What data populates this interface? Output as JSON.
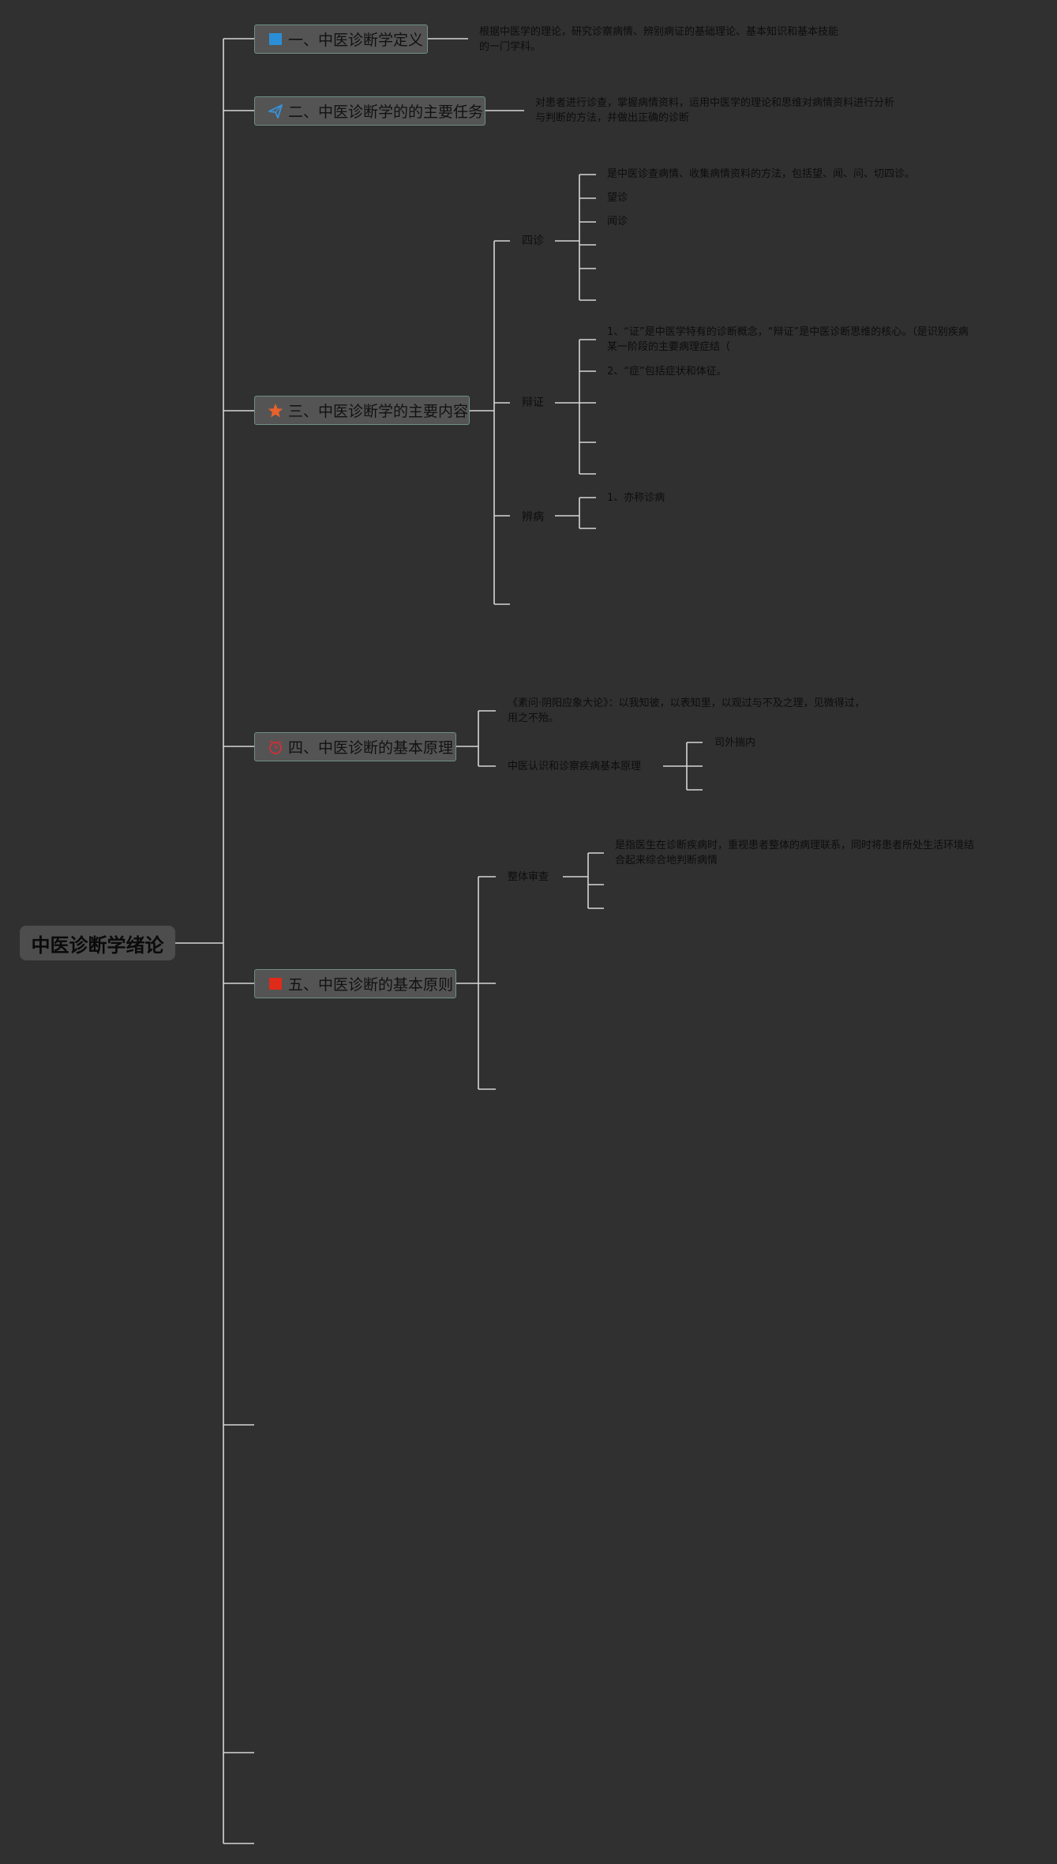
{
  "root": {
    "label": "中医诊断学绪论"
  },
  "branches": [
    {
      "label": "一、中医诊断学定义",
      "icon": "blue-flag-icon",
      "icon_color": "#2a8fd6"
    },
    {
      "label": "二、中医诊断学的的主要任务",
      "icon": "paper-plane-icon",
      "icon_color": "#3a8fd0"
    },
    {
      "label": "三、中医诊断学的主要内容",
      "icon": "star-icon",
      "icon_color": "#e8622a"
    },
    {
      "label": "四、中医诊断的基本原理",
      "icon": "red-alarm-clock-icon",
      "icon_color": "#c8323a"
    },
    {
      "label": "五、中医诊断的基本原则",
      "icon": "red-flag-icon",
      "icon_color": "#e02a1a"
    }
  ],
  "b1": {
    "text_line1": "根据中医学的理论，研究诊察病情、辨别病证的基础理论、基本知识和基本技能",
    "text_line2": "的一门学科。"
  },
  "b2": {
    "text_line1": "对患者进行诊查，掌握病情资料，运用中医学的理论和思维对病情资料进行分析",
    "text_line2": "与判断的方法，并做出正确的诊断"
  },
  "b3": {
    "sizhen": {
      "label": "四诊",
      "items": [
        "是中医诊查病情、收集病情资料的方法，包括望、闻、问、切四诊。",
        "望诊",
        "闻诊"
      ]
    },
    "bianzheng": {
      "label": "辩证",
      "item1_line1": "1、“证”是中医学特有的诊断概念，“辩证”是中医诊断思维的核心。（是识别疾病",
      "item1_line2": "某一阶段的主要病理症结（",
      "item2": "2、“症”包括症状和体征。"
    },
    "bianbing": {
      "label": "辨病",
      "item1": "1、亦称诊病"
    }
  },
  "b4": {
    "quote_line1": "《素问·阴阳应象大论》：以我知彼，以表知里，以观过与不及之理，见微得过，",
    "quote_line2": "用之不殆。",
    "principle": {
      "label": "中医认识和诊察疾病基本原理",
      "item1": "司外揣内"
    }
  },
  "b5": {
    "zhengti": {
      "label": "整体审查",
      "item_line1": "是指医生在诊断疾病时，重视患者整体的病理联系，同时将患者所处生活环境结",
      "item_line2": "合起来综合地判断病情"
    }
  }
}
